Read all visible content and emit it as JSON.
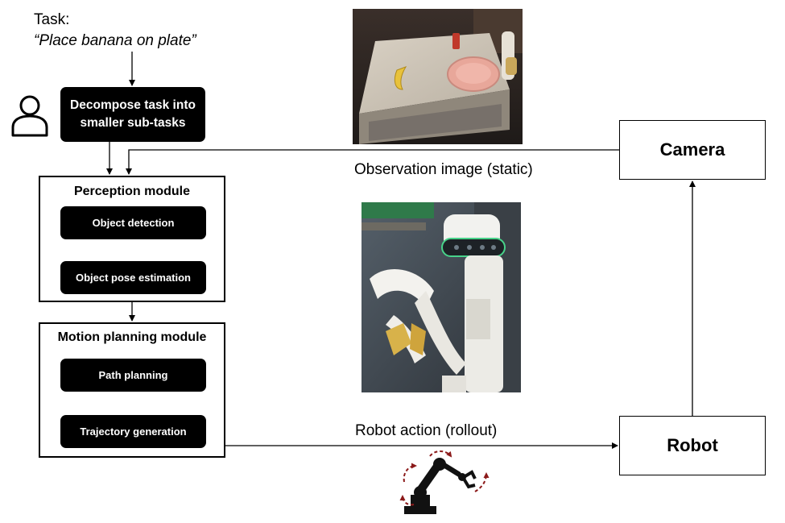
{
  "task": {
    "label": "Task:",
    "text": "“Place banana on plate”"
  },
  "decompose": {
    "label": "Decompose task into smaller sub-tasks"
  },
  "perception_module": {
    "title": "Perception module",
    "steps": [
      "Object detection",
      "Object pose estimation"
    ]
  },
  "motion_module": {
    "title": "Motion planning module",
    "steps": [
      "Path planning",
      "Trajectory generation"
    ]
  },
  "camera": {
    "label": "Camera"
  },
  "robot": {
    "label": "Robot"
  },
  "edges": {
    "observation": "Observation image (static)",
    "action": "Robot action (rollout)"
  },
  "icons": [
    "person-icon",
    "robot-arm-icon"
  ],
  "colors": {
    "box": "#000000",
    "rotation_arrows": "#8b1a1a"
  }
}
